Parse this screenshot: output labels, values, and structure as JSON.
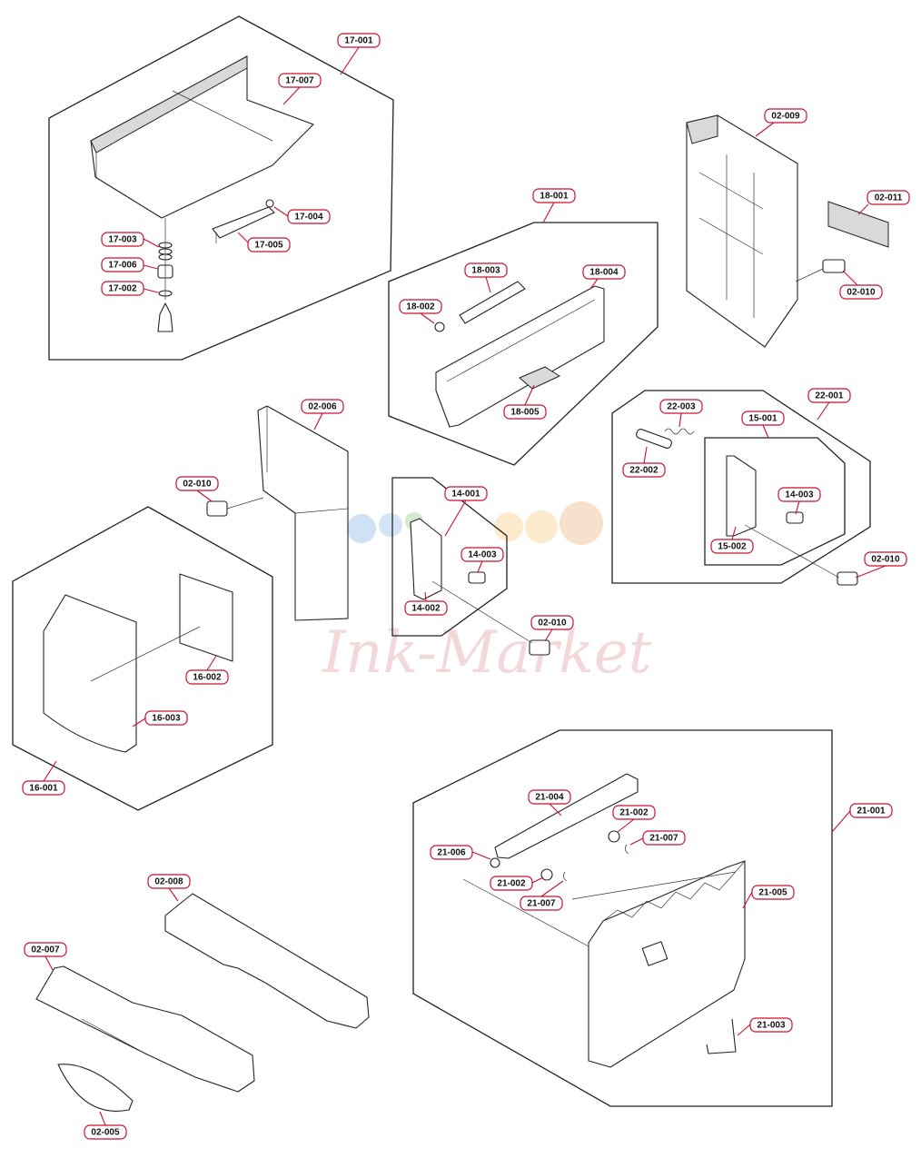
{
  "watermark": {
    "text": "Ink-Market",
    "color": "#e3a9a9",
    "dot_colors": [
      "#9fc3ea",
      "#a8d5a2",
      "#f7d8a0",
      "#f2c39a"
    ]
  },
  "colors": {
    "label_border": "#c8102e",
    "line": "#222222"
  },
  "labels": {
    "l_17_001": "17-001",
    "l_17_007": "17-007",
    "l_17_004": "17-004",
    "l_17_005": "17-005",
    "l_17_003": "17-003",
    "l_17_006": "17-006",
    "l_17_002": "17-002",
    "l_02_009": "02-009",
    "l_02_011": "02-011",
    "l_02_010_a": "02-010",
    "l_18_001": "18-001",
    "l_18_003": "18-003",
    "l_18_004": "18-004",
    "l_18_002": "18-002",
    "l_18_005": "18-005",
    "l_02_006": "02-006",
    "l_02_010_b": "02-010",
    "l_22_003": "22-003",
    "l_22_001": "22-001",
    "l_15_001": "15-001",
    "l_22_002": "22-002",
    "l_14_003_a": "14-003",
    "l_15_002": "15-002",
    "l_02_010_c": "02-010",
    "l_14_001": "14-001",
    "l_14_003_b": "14-003",
    "l_14_002": "14-002",
    "l_02_010_d": "02-010",
    "l_16_002": "16-002",
    "l_16_003": "16-003",
    "l_16_001": "16-001",
    "l_21_004": "21-004",
    "l_21_002_a": "21-002",
    "l_21_001": "21-001",
    "l_21_007_a": "21-007",
    "l_21_006": "21-006",
    "l_21_002_b": "21-002",
    "l_21_005": "21-005",
    "l_21_007_b": "21-007",
    "l_21_003": "21-003",
    "l_02_008": "02-008",
    "l_02_007": "02-007",
    "l_02_005": "02-005"
  }
}
